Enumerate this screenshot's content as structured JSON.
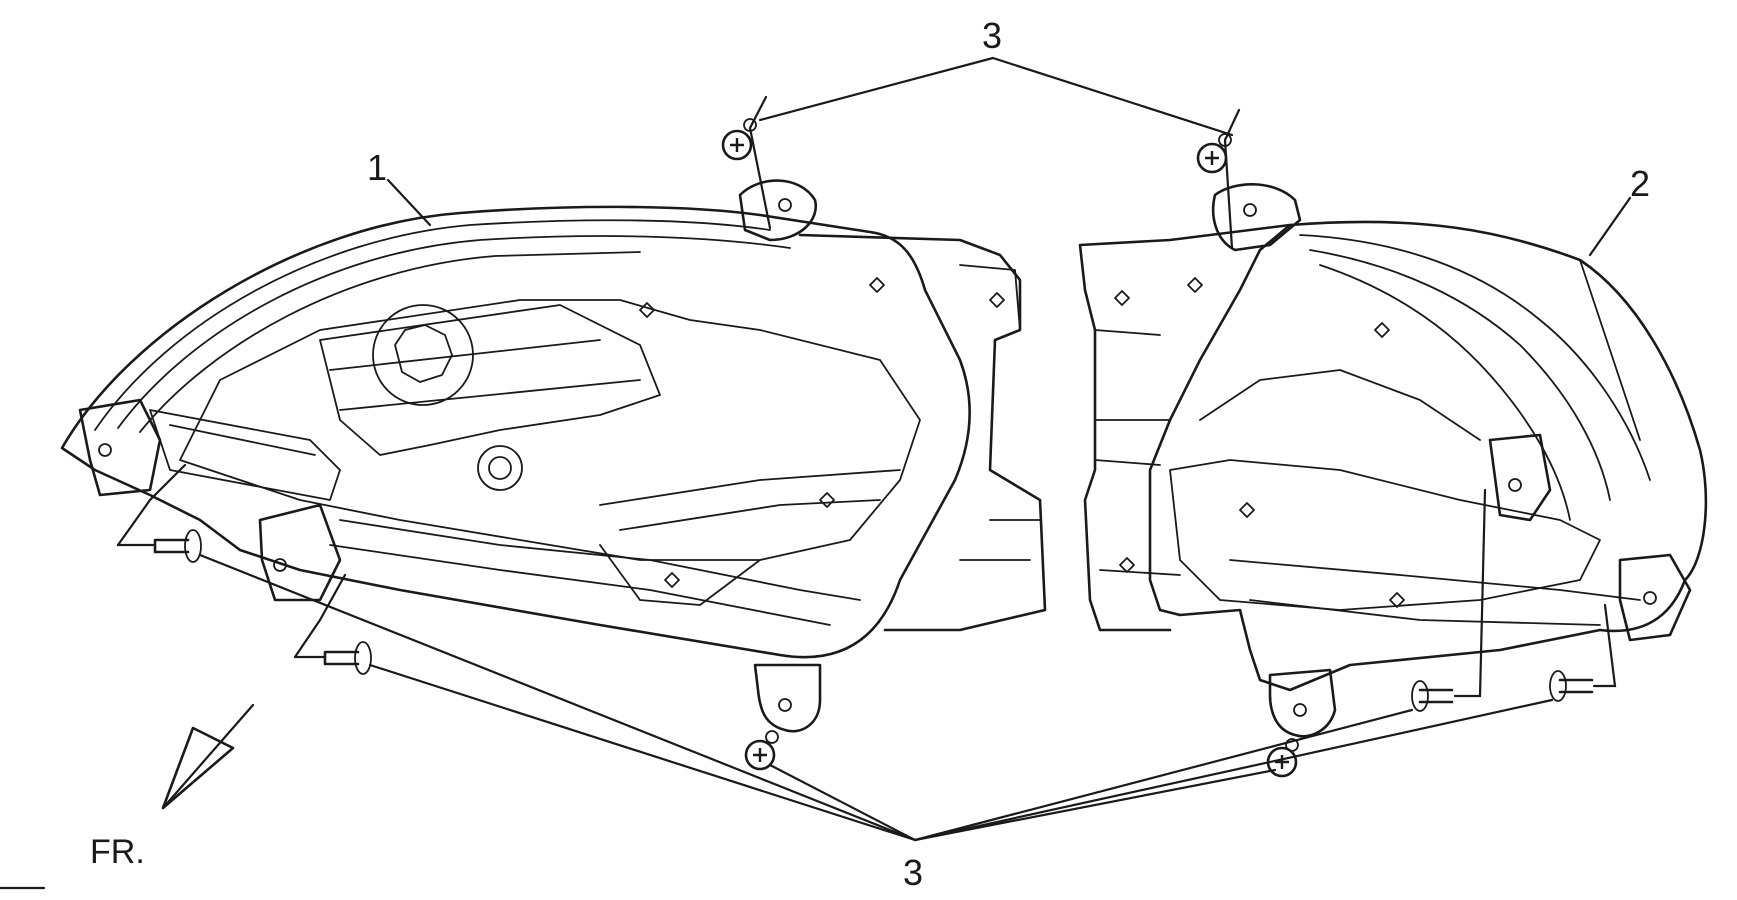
{
  "callouts": {
    "part_1": "1",
    "part_2": "2",
    "fastener_top": "3",
    "fastener_bottom": "3"
  },
  "direction_label": "FR."
}
